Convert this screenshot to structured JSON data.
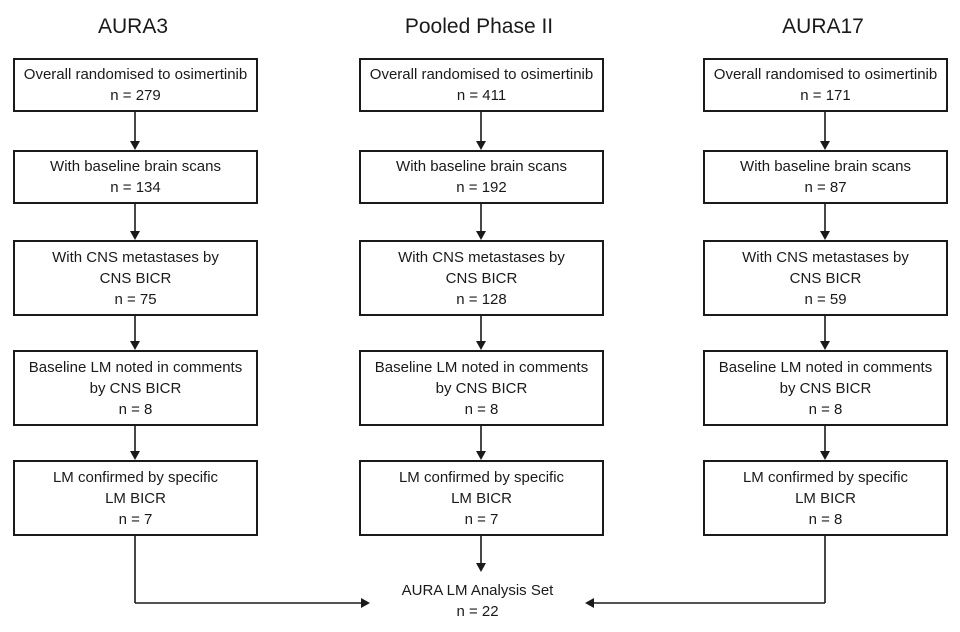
{
  "columns": [
    {
      "title": "AURA3",
      "steps": [
        {
          "lines": [
            "Overall randomised to osimertinib",
            "n = 279"
          ]
        },
        {
          "lines": [
            "With baseline brain scans",
            "n = 134"
          ]
        },
        {
          "lines": [
            "With CNS metastases by",
            "CNS BICR",
            "n = 75"
          ]
        },
        {
          "lines": [
            "Baseline LM noted in comments",
            "by CNS BICR",
            "n = 8"
          ]
        },
        {
          "lines": [
            "LM confirmed by specific",
            "LM BICR",
            "n = 7"
          ]
        }
      ]
    },
    {
      "title": "Pooled Phase II",
      "steps": [
        {
          "lines": [
            "Overall randomised to osimertinib",
            "n = 411"
          ]
        },
        {
          "lines": [
            "With baseline brain scans",
            "n = 192"
          ]
        },
        {
          "lines": [
            "With CNS metastases by",
            "CNS BICR",
            "n = 128"
          ]
        },
        {
          "lines": [
            "Baseline LM noted in comments",
            "by CNS BICR",
            "n = 8"
          ]
        },
        {
          "lines": [
            "LM confirmed by specific",
            "LM BICR",
            "n = 7"
          ]
        }
      ]
    },
    {
      "title": "AURA17",
      "steps": [
        {
          "lines": [
            "Overall randomised to osimertinib",
            "n = 171"
          ]
        },
        {
          "lines": [
            "With baseline brain scans",
            "n = 87"
          ]
        },
        {
          "lines": [
            "With CNS metastases by",
            "CNS BICR",
            "n = 59"
          ]
        },
        {
          "lines": [
            "Baseline LM noted in comments",
            "by CNS BICR",
            "n = 8"
          ]
        },
        {
          "lines": [
            "LM confirmed by specific",
            "LM BICR",
            "n =  8"
          ]
        }
      ]
    }
  ],
  "final": {
    "lines": [
      "AURA LM Analysis Set",
      "n = 22"
    ]
  }
}
